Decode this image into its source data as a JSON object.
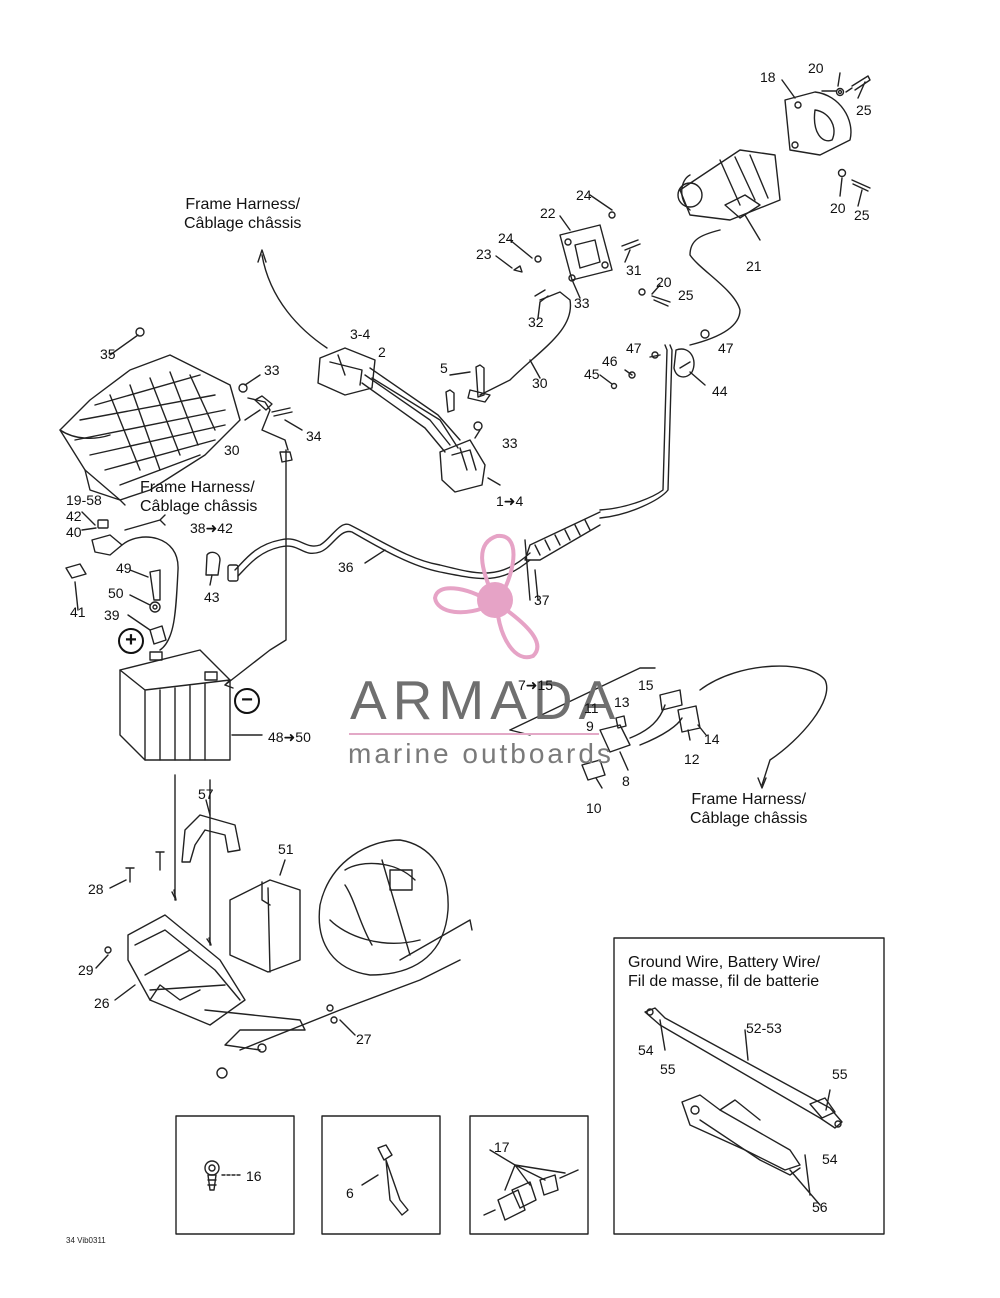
{
  "titles": {
    "frame_harness_top": "Frame Harness/\nCâblage châssis",
    "frame_harness_mid": "Frame Harness/\nCâblage châssis",
    "frame_harness_right": "Frame Harness/\nCâblage châssis",
    "ground_box": "Ground Wire, Battery Wire/\nFil de masse, fil de batterie"
  },
  "callouts": {
    "c18": "18",
    "c20a": "20",
    "c25a": "25",
    "c20b": "20",
    "c25b": "25",
    "c21": "21",
    "c24a": "24",
    "c22": "22",
    "c24b": "24",
    "c23": "23",
    "c31": "31",
    "c33a": "33",
    "c20c": "20",
    "c25c": "25",
    "c32": "32",
    "c30a": "30",
    "c34a": "3-4",
    "c2": "2",
    "c5": "5",
    "c33b": "33",
    "c14a": "1➜4",
    "c47a": "47",
    "c47b": "47",
    "c46": "46",
    "c45": "45",
    "c44": "44",
    "c35": "35",
    "c33c": "33",
    "c34": "34",
    "c30b": "30",
    "c1958": "19-58",
    "c42": "42",
    "c40": "40",
    "c3842": "38➜42",
    "c49": "49",
    "c43": "43",
    "c41": "41",
    "c50": "50",
    "c39": "39",
    "c36": "36",
    "c37": "37",
    "c4850": "48➜50",
    "c715": "7➜15",
    "c15": "15",
    "c13": "13",
    "c11": "11",
    "c9": "9",
    "c14": "14",
    "c12": "12",
    "c8": "8",
    "c10": "10",
    "c57": "57",
    "c51": "51",
    "c28": "28",
    "c29": "29",
    "c26": "26",
    "c27": "27",
    "c16": "16",
    "c6": "6",
    "c17": "17",
    "c5253": "52-53",
    "c54a": "54",
    "c55a": "55",
    "c55b": "55",
    "c54b": "54",
    "c56": "56"
  },
  "signs": {
    "positive": "+",
    "negative": "−"
  },
  "watermark": {
    "brand": "ARMADA",
    "tagline": "marine outboards"
  },
  "image_code": "34 Vib0311",
  "colors": {
    "ink": "#111111",
    "watermark_pink": "#e6a3c6",
    "watermark_grey": "#6f6f6f"
  }
}
